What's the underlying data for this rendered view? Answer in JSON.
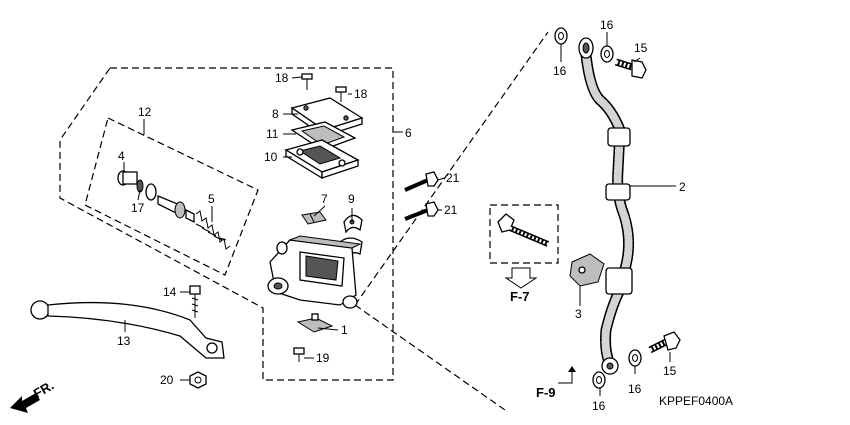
{
  "labels": {
    "p1": "1",
    "p2": "2",
    "p3": "3",
    "p4": "4",
    "p5": "5",
    "p6": "6",
    "p7": "7",
    "p8": "8",
    "p9": "9",
    "p10": "10",
    "p11": "11",
    "p12": "12",
    "p13": "13",
    "p14": "14",
    "p15a": "15",
    "p15b": "15",
    "p16a": "16",
    "p16b": "16",
    "p16c": "16",
    "p16d": "16",
    "p17": "17",
    "p18a": "18",
    "p18b": "18",
    "p19": "19",
    "p20": "20",
    "p21a": "21",
    "p21b": "21"
  },
  "refs": {
    "f7": "F-7",
    "f9": "F-9",
    "fr": "FR."
  },
  "diagram_code": "KPPEF0400A"
}
